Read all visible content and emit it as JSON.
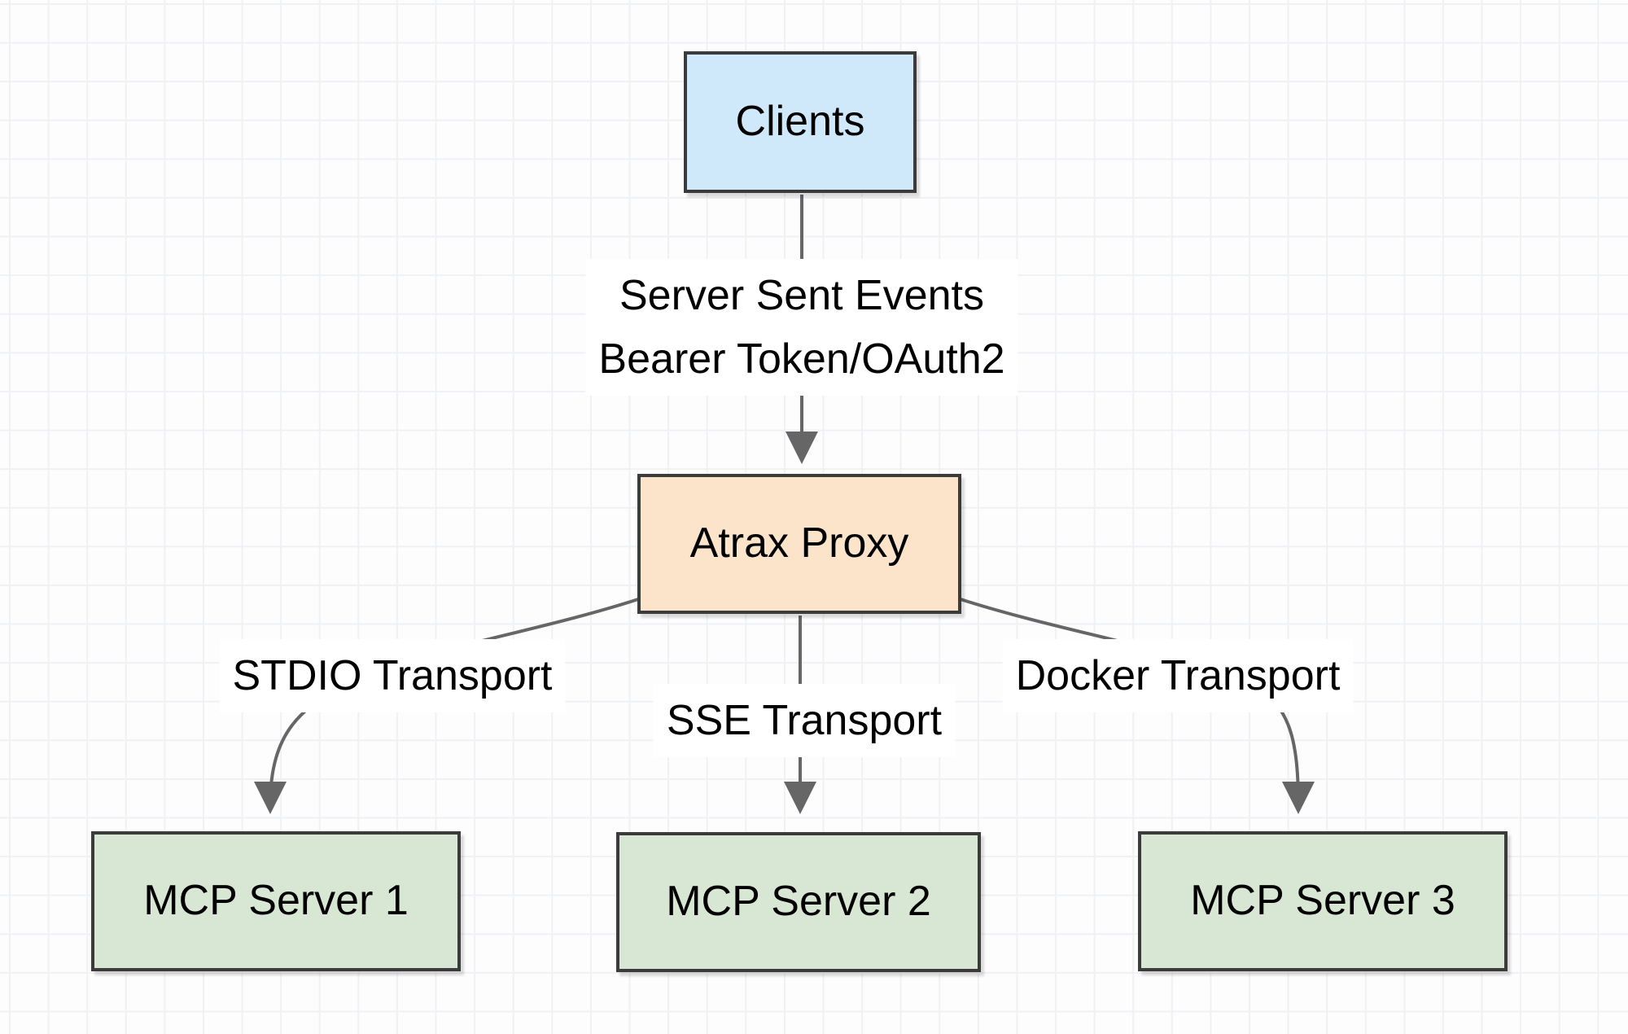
{
  "colors": {
    "canvas_bg": "#fdfdfe",
    "grid_line": "#f0f1f4",
    "node_border": "#3b3b3b",
    "node_text": "#000000",
    "edge_line": "#666666",
    "label_bg": "#ffffff",
    "clients_fill": "#cfe9fb",
    "proxy_fill": "#fbe4c9",
    "server_fill": "#d7e7d4"
  },
  "nodes": {
    "clients": {
      "label": "Clients"
    },
    "proxy": {
      "label": "Atrax Proxy"
    },
    "server1": {
      "label": "MCP Server 1"
    },
    "server2": {
      "label": "MCP Server 2"
    },
    "server3": {
      "label": "MCP Server 3"
    }
  },
  "edges": {
    "clients_to_proxy": {
      "label_line1": "Server Sent Events",
      "label_line2": "Bearer Token/OAuth2"
    },
    "proxy_to_server1": {
      "label": "STDIO Transport"
    },
    "proxy_to_server2": {
      "label": "SSE Transport"
    },
    "proxy_to_server3": {
      "label": "Docker Transport"
    }
  }
}
